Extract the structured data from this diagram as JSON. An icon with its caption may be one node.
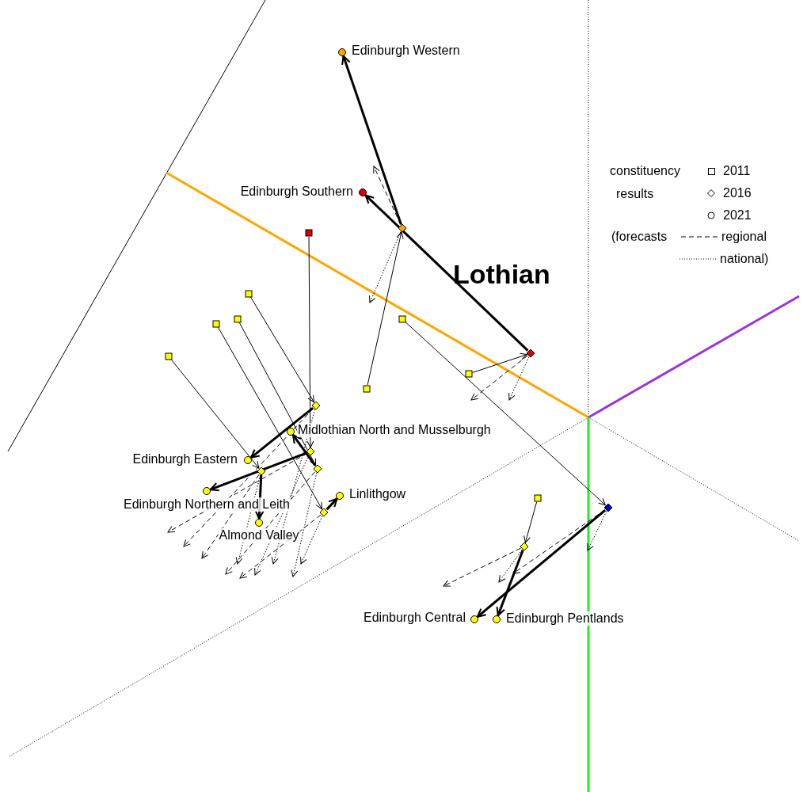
{
  "diagram": {
    "title": "Lothian",
    "nodes": [
      {
        "text": [],
        "shape": "box"
      },
      {
        "text": [],
        "shape": "diamond"
      },
      {
        "text": [],
        "shape": "circle",
        "beside": [
          "Edinburgh Western"
        ]
      },
      {
        "text": [],
        "shape": "box"
      },
      {
        "text": [],
        "shape": "diamond"
      },
      {
        "text": [],
        "shape": "circle",
        "beside": [
          "Edinburgh Southern"
        ]
      },
      {
        "text": [],
        "shape": "box"
      },
      {
        "text": [],
        "shape": "diamond"
      },
      {
        "text": [],
        "shape": "circle",
        "beside": [
          "Midlothian North and Musselburgh"
        ]
      },
      {
        "text": [],
        "shape": "box"
      },
      {
        "text": [],
        "shape": "diamond"
      },
      {
        "text": [],
        "shape": "circle",
        "beside": [
          "Edinburgh Eastern"
        ]
      },
      {
        "text": [],
        "shape": "box"
      },
      {
        "text": [],
        "shape": "diamond"
      },
      {
        "text": [],
        "shape": "circle",
        "beside": [
          "Edinburgh Northern and Leith"
        ]
      },
      {
        "text": [],
        "shape": "box"
      },
      {
        "text": [],
        "shape": "diamond"
      },
      {
        "text": [],
        "shape": "circle",
        "beside": [
          "Almond Valley"
        ]
      },
      {
        "text": [],
        "shape": "box"
      },
      {
        "text": [],
        "shape": "diamond"
      },
      {
        "text": [],
        "shape": "circle",
        "beside": [
          "Linlithgow"
        ]
      },
      {
        "text": [],
        "shape": "box"
      },
      {
        "text": [],
        "shape": "diamond"
      },
      {
        "text": [],
        "shape": "circle",
        "beside": [
          "Edinburgh Central"
        ]
      },
      {
        "text": [],
        "shape": "box"
      },
      {
        "text": [],
        "shape": "diamond"
      },
      {
        "text": [],
        "shape": "circle",
        "beside": [
          "Edinburgh Pentlands"
        ]
      }
    ],
    "edges": [
      {
        "from": 0,
        "to": 1,
        "arrow": "to"
      },
      {
        "from": 1,
        "to": 2,
        "arrow": "to",
        "style": "thick"
      },
      {
        "from": 1,
        "to": null,
        "arrow": "to",
        "style": "dashed"
      },
      {
        "from": 1,
        "to": null,
        "arrow": "to",
        "style": "dashed"
      },
      {
        "from": 3,
        "to": 4,
        "arrow": "to"
      },
      {
        "from": 4,
        "to": 5,
        "arrow": "to",
        "style": "thick"
      },
      {
        "from": 4,
        "to": null,
        "arrow": "to",
        "style": "dashed"
      },
      {
        "from": 4,
        "to": null,
        "arrow": "to",
        "style": "dashed"
      },
      {
        "from": 6,
        "to": 7,
        "arrow": "to"
      },
      {
        "from": 7,
        "to": 8,
        "arrow": "to",
        "style": "thick"
      },
      {
        "from": 7,
        "to": null,
        "arrow": "to",
        "style": "dashed"
      },
      {
        "from": 7,
        "to": null,
        "arrow": "to",
        "style": "dashed"
      },
      {
        "from": 9,
        "to": 10,
        "arrow": "to"
      },
      {
        "from": 10,
        "to": 11,
        "arrow": "to",
        "style": "thick"
      },
      {
        "from": 10,
        "to": null,
        "arrow": "to",
        "style": "dashed"
      },
      {
        "from": 10,
        "to": null,
        "arrow": "to",
        "style": "dashed"
      },
      {
        "from": 12,
        "to": 13,
        "arrow": "to"
      },
      {
        "from": 13,
        "to": 14,
        "arrow": "to",
        "style": "thick"
      },
      {
        "from": 13,
        "to": null,
        "arrow": "to",
        "style": "dashed"
      },
      {
        "from": 13,
        "to": null,
        "arrow": "to",
        "style": "dashed"
      },
      {
        "from": 15,
        "to": 16,
        "arrow": "to"
      },
      {
        "from": 16,
        "to": 17,
        "arrow": "to",
        "style": "thick"
      },
      {
        "from": 16,
        "to": null,
        "arrow": "to",
        "style": "dashed"
      },
      {
        "from": 16,
        "to": null,
        "arrow": "to",
        "style": "dashed"
      },
      {
        "from": 18,
        "to": 19,
        "arrow": "to"
      },
      {
        "from": 19,
        "to": 20,
        "arrow": "to",
        "style": "thick"
      },
      {
        "from": 19,
        "to": null,
        "arrow": "to",
        "style": "dashed"
      },
      {
        "from": 19,
        "to": null,
        "arrow": "to",
        "style": "dashed"
      },
      {
        "from": 21,
        "to": 22,
        "arrow": "to"
      },
      {
        "from": 22,
        "to": 23,
        "arrow": "to",
        "style": "thick"
      },
      {
        "from": 22,
        "to": null,
        "arrow": "to",
        "style": "dashed"
      },
      {
        "from": 22,
        "to": null,
        "arrow": "to",
        "style": "dashed"
      },
      {
        "from": 24,
        "to": 25,
        "arrow": "to"
      },
      {
        "from": 25,
        "to": 26,
        "arrow": "to",
        "style": "thick"
      },
      {
        "from": 25,
        "to": null,
        "arrow": "to",
        "style": "dashed"
      },
      {
        "from": 25,
        "to": null,
        "arrow": "to",
        "style": "dashed"
      }
    ],
    "labels": [
      "constituency",
      "results",
      "(forecasts"
    ],
    "legend": [
      {
        "text": "2011"
      },
      {
        "text": "2016"
      },
      {
        "text": "2021"
      },
      {
        "text": "regional"
      },
      {
        "text": "national)"
      }
    ]
  }
}
